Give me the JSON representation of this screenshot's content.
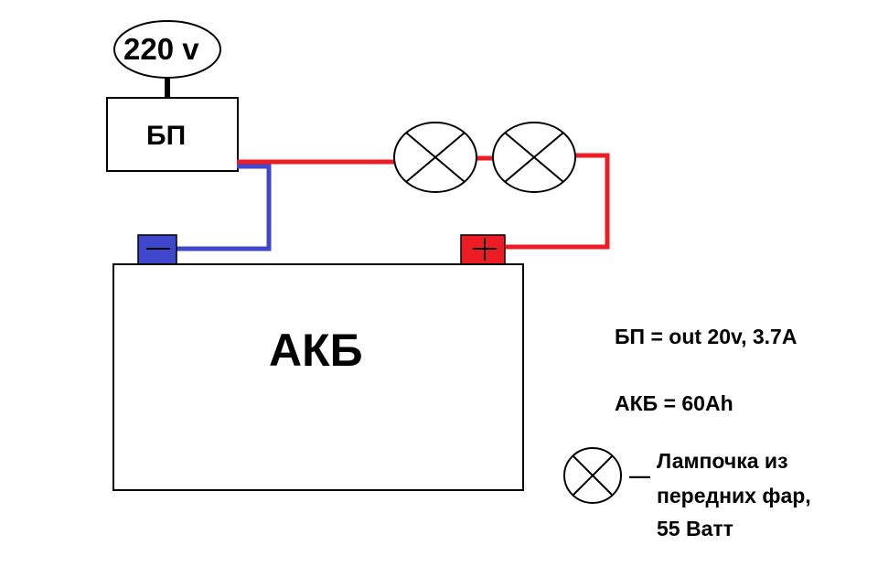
{
  "source": {
    "label": "220 v"
  },
  "power_supply": {
    "label": "БП"
  },
  "battery": {
    "label": "АКБ"
  },
  "spec": {
    "power_supply_line": "БП = out 20v, 3.7A",
    "battery_line": "АКБ = 60Ah"
  },
  "legend": {
    "dash": "—",
    "lines": [
      "Лампочка из",
      "передних фар,",
      "55 Ватт"
    ]
  },
  "colors": {
    "negative_wire": "#3f48cc",
    "positive_wire": "#ed1c24",
    "negative_terminal": "#3f48cc",
    "positive_terminal": "#ed1c24",
    "outline": "#000000"
  },
  "icons": [
    "lamp-icon",
    "minus-sign-icon",
    "plus-sign-icon"
  ]
}
